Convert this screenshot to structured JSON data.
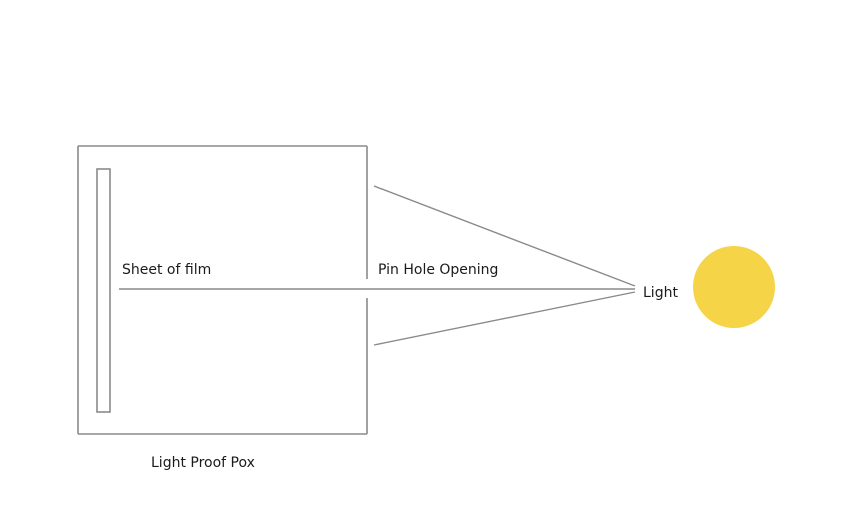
{
  "diagram": {
    "labels": {
      "film": "Sheet of film",
      "pinhole": "Pin Hole Opening",
      "light": "Light",
      "box": "Light Proof Pox"
    },
    "colors": {
      "stroke": "#8a8a8a",
      "sun": "#f5d447",
      "text": "#1a1a1a"
    }
  }
}
